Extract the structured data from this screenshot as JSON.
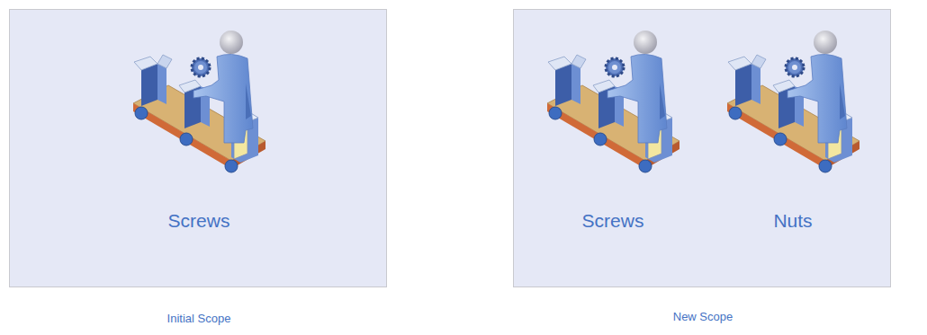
{
  "diagram": {
    "nodes": [
      {
        "text": [
          "Screws",
          "Initial Scope"
        ]
      },
      {
        "text": [
          "Screws",
          "Nuts",
          "New Scope"
        ]
      }
    ]
  }
}
